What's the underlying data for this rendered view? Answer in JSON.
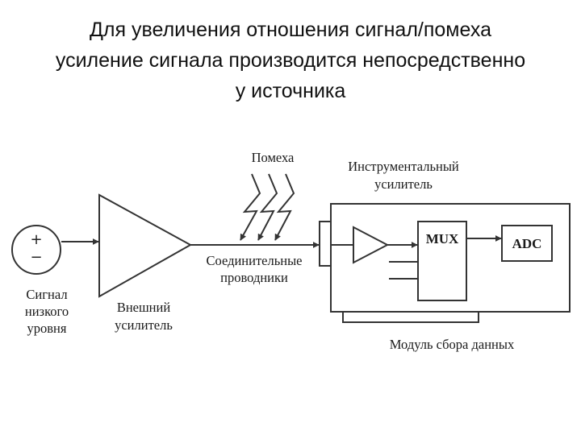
{
  "title": {
    "line1": "Для увеличения отношения сигнал/помеха",
    "line2": "усиление сигнала производится непосредственно",
    "line3": "у источника"
  },
  "diagram": {
    "source": {
      "plus": "+",
      "minus": "−",
      "label_lines": [
        "Сигнал",
        "низкого",
        "уровня"
      ]
    },
    "external_amp": {
      "label_lines": [
        "Внешний",
        "усилитель"
      ]
    },
    "noise": {
      "label": "Помеха"
    },
    "wires": {
      "label_lines": [
        "Соединительные",
        "проводники"
      ]
    },
    "instr_amp": {
      "label_lines": [
        "Инструментальный",
        "усилитель"
      ]
    },
    "mux": {
      "label": "MUX"
    },
    "adc": {
      "label": "ADC"
    },
    "daq_module": {
      "label": "Модуль сбора данных"
    }
  }
}
